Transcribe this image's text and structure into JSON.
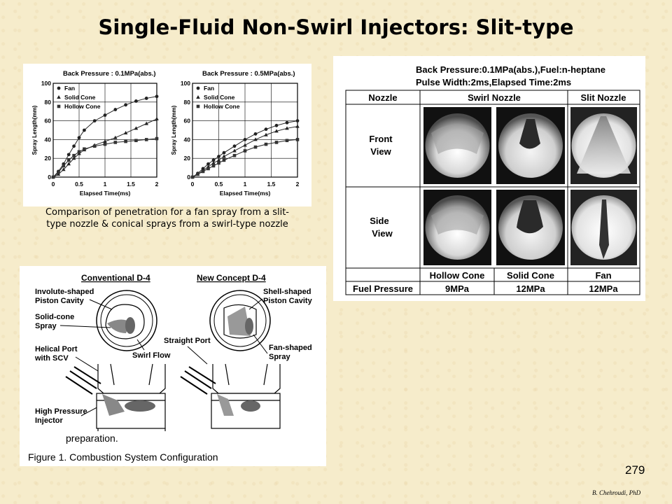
{
  "slide": {
    "title": "Single-Fluid Non-Swirl Injectors: Slit-type",
    "slide_number": "279",
    "author": "B. Chehroudi, PhD"
  },
  "charts_caption": {
    "line1": "Comparison of penetration for a fan spray from a slit-",
    "line2": "type nozzle & conical sprays from a swirl-type nozzle"
  },
  "chart_data": [
    {
      "type": "line",
      "title": "Back Pressure : 0.1MPa(abs.)",
      "xlabel": "Elapsed Time(ms)",
      "ylabel": "Spray Length(mm)",
      "xlim": [
        0,
        2
      ],
      "ylim": [
        0,
        100
      ],
      "x_ticks": [
        "0",
        "0.5",
        "1",
        "1.5",
        "2"
      ],
      "y_ticks": [
        "0",
        "20",
        "40",
        "60",
        "80",
        "100"
      ],
      "grid": true,
      "legend_position": "top-left",
      "series": [
        {
          "name": "Fan",
          "marker": "circle",
          "x": [
            0,
            0.1,
            0.2,
            0.3,
            0.4,
            0.5,
            0.6,
            0.8,
            1.0,
            1.2,
            1.4,
            1.6,
            1.8,
            2.0
          ],
          "y": [
            0,
            6,
            14,
            24,
            33,
            42,
            50,
            60,
            66,
            72,
            77,
            81,
            84,
            86
          ]
        },
        {
          "name": "Solid Cone",
          "marker": "triangle",
          "x": [
            0,
            0.1,
            0.2,
            0.3,
            0.4,
            0.5,
            0.6,
            0.8,
            1.0,
            1.2,
            1.4,
            1.6,
            1.8,
            2.0
          ],
          "y": [
            0,
            3,
            8,
            14,
            20,
            25,
            29,
            34,
            38,
            42,
            47,
            52,
            57,
            62
          ]
        },
        {
          "name": "Hollow Cone",
          "marker": "square",
          "x": [
            0,
            0.1,
            0.2,
            0.3,
            0.4,
            0.5,
            0.6,
            0.8,
            1.0,
            1.2,
            1.4,
            1.6,
            1.8,
            2.0
          ],
          "y": [
            0,
            5,
            12,
            18,
            23,
            27,
            30,
            33,
            35,
            37,
            38,
            39,
            40,
            41
          ]
        }
      ]
    },
    {
      "type": "line",
      "title": "Back Pressure : 0.5MPa(abs.)",
      "xlabel": "Elapsed Time(ms)",
      "ylabel": "Spray Length(mm)",
      "xlim": [
        0,
        2
      ],
      "ylim": [
        0,
        100
      ],
      "x_ticks": [
        "0",
        "0.5",
        "1",
        "1.5",
        "2"
      ],
      "y_ticks": [
        "0",
        "20",
        "40",
        "60",
        "80",
        "100"
      ],
      "grid": true,
      "legend_position": "top-left",
      "series": [
        {
          "name": "Fan",
          "marker": "circle",
          "x": [
            0,
            0.1,
            0.2,
            0.3,
            0.4,
            0.5,
            0.6,
            0.8,
            1.0,
            1.2,
            1.4,
            1.6,
            1.8,
            2.0
          ],
          "y": [
            0,
            4,
            9,
            14,
            18,
            22,
            26,
            33,
            40,
            46,
            51,
            55,
            58,
            60
          ]
        },
        {
          "name": "Solid Cone",
          "marker": "triangle",
          "x": [
            0,
            0.1,
            0.2,
            0.3,
            0.4,
            0.5,
            0.6,
            0.8,
            1.0,
            1.2,
            1.4,
            1.6,
            1.8,
            2.0
          ],
          "y": [
            0,
            3,
            7,
            11,
            15,
            18,
            22,
            28,
            34,
            40,
            45,
            49,
            52,
            54
          ]
        },
        {
          "name": "Hollow Cone",
          "marker": "square",
          "x": [
            0,
            0.1,
            0.2,
            0.3,
            0.4,
            0.5,
            0.6,
            0.8,
            1.0,
            1.2,
            1.4,
            1.6,
            1.8,
            2.0
          ],
          "y": [
            0,
            3,
            6,
            9,
            12,
            15,
            18,
            23,
            28,
            32,
            35,
            37,
            39,
            40
          ]
        }
      ]
    }
  ],
  "spray_table": {
    "header_line1": "Back Pressure:0.1MPa(abs.),Fuel:n-heptane",
    "header_line2": "Pulse Width:2ms,Elapsed Time:2ms",
    "col_nozzle": "Nozzle",
    "col_swirl": "Swirl Nozzle",
    "col_slit": "Slit Nozzle",
    "row_front_1": "Front",
    "row_front_2": "View",
    "row_side_1": "Side",
    "row_side_2": "View",
    "type_hollow": "Hollow Cone",
    "type_solid": "Solid Cone",
    "type_fan": "Fan",
    "fuel_pressure_label": "Fuel Pressure",
    "fp_hollow": "9MPa",
    "fp_solid": "12MPa",
    "fp_fan": "12MPa"
  },
  "diagram": {
    "conventional_title": "Conventional D-4",
    "new_title": "New Concept D-4",
    "involute_1": "Involute-shaped",
    "involute_2": "Piston Cavity",
    "solidcone_1": "Solid-cone",
    "solidcone_2": "Spray",
    "helical_1": "Helical Port",
    "helical_2": "with SCV",
    "swirl_flow": "Swirl Flow",
    "high_pressure_1": "High Pressure",
    "high_pressure_2": "Injector",
    "shell_1": "Shell-shaped",
    "shell_2": "Piston Cavity",
    "straight_port": "Straight Port",
    "fan_1": "Fan-shaped",
    "fan_2": "Spray",
    "preparation": "preparation.",
    "figure_caption": "Figure 1.   Combustion System Configuration"
  }
}
